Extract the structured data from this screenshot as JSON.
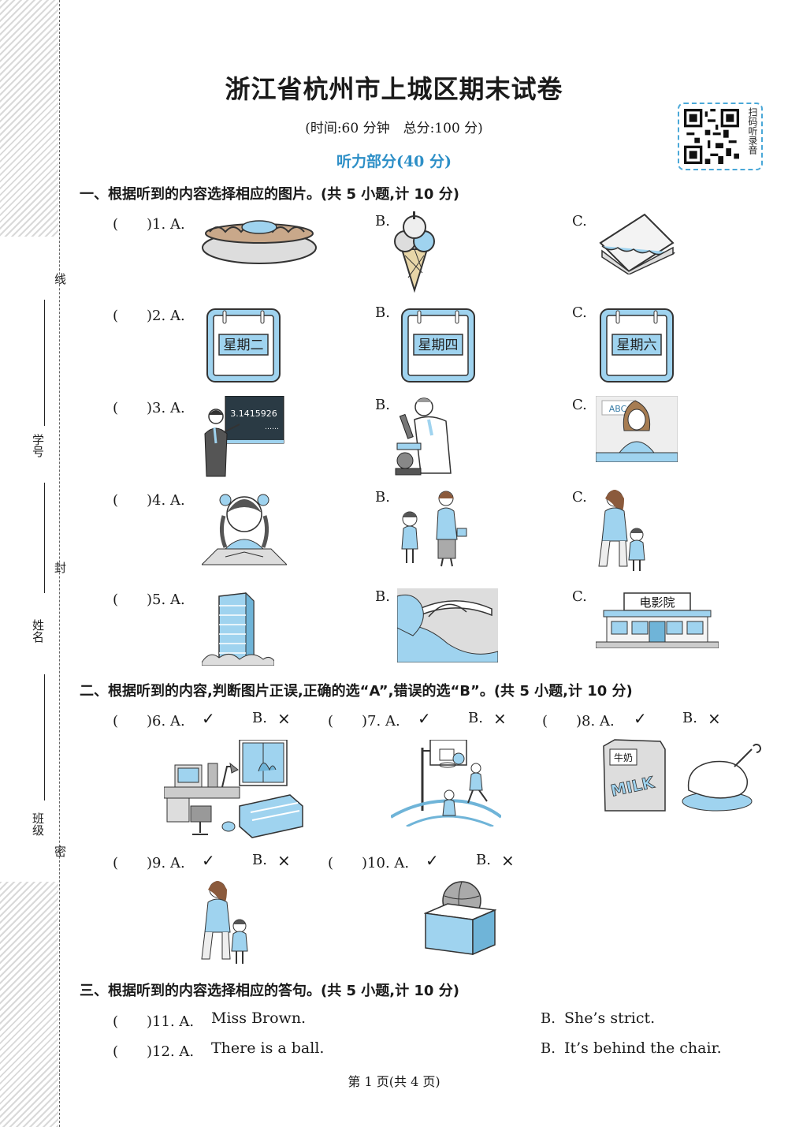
{
  "header": {
    "title": "浙江省杭州市上城区期末试卷",
    "subtitle": "(时间:60 分钟　总分:100 分)",
    "section": "听力部分(40 分)",
    "qr_text": "扫码听录音"
  },
  "margin": {
    "labels": [
      "线",
      "学号",
      "封",
      "姓名",
      "班级",
      "密"
    ]
  },
  "part1": {
    "title": "一、根据听到的内容选择相应的图片。(共 5 小题,计 10 分)",
    "questions": [
      {
        "label": "(　　)1. A.",
        "b": "B.",
        "c": "C."
      },
      {
        "label": "(　　)2. A.",
        "b": "B.",
        "c": "C."
      },
      {
        "label": "(　　)3. A.",
        "b": "B.",
        "c": "C."
      },
      {
        "label": "(　　)4. A.",
        "b": "B.",
        "c": "C."
      },
      {
        "label": "(　　)5. A.",
        "b": "B.",
        "c": "C."
      }
    ],
    "calendars": [
      "星期二",
      "星期四",
      "星期六"
    ],
    "blackboard_text": "3.1415926",
    "cinema_sign": "电影院",
    "abc_text": "ABC"
  },
  "part2": {
    "title": "二、根据听到的内容,判断图片正误,正确的选“A”,错误的选“B”。(共 5 小题,计 10 分)",
    "questions": [
      {
        "label": "(　　)6. A.",
        "b": "B."
      },
      {
        "label": "(　　)7. A.",
        "b": "B."
      },
      {
        "label": "(　　)8. A.",
        "b": "B."
      },
      {
        "label": "(　　)9. A.",
        "b": "B."
      },
      {
        "label": "(　　)10. A.",
        "b": "B."
      }
    ],
    "check": "✓",
    "cross": "×",
    "milk_cn": "牛奶",
    "milk_en": "MILK"
  },
  "part3": {
    "title": "三、根据听到的内容选择相应的答句。(共 5 小题,计 10 分)",
    "questions": [
      {
        "label": "(　　)11. A.",
        "a": "Miss Brown.",
        "b": "B.",
        "b_text": "She’s strict."
      },
      {
        "label": "(　　)12. A.",
        "a": "There is a ball.",
        "b": "B.",
        "b_text": "It’s behind the chair."
      }
    ]
  },
  "footer": "第 1 页(共 4 页)",
  "colors": {
    "accent": "#2d8fc7",
    "picture_blue": "#9fd3ef"
  }
}
